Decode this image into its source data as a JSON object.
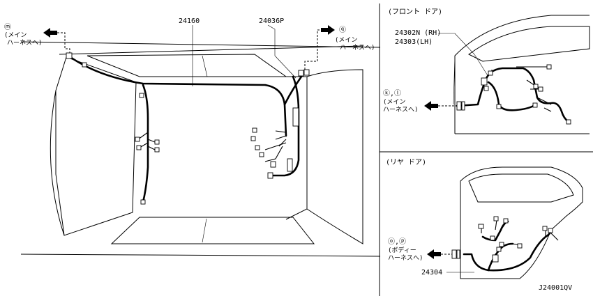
{
  "labels": {
    "part_24160": "24160",
    "part_24036P": "24036P",
    "marker_m": "ⓜ",
    "main_harness_left_line1": "(メイン",
    "main_harness_left_line2": "ハーネスへ)",
    "marker_q": "ⓠ",
    "main_harness_right_line1": "(メイン",
    "main_harness_right_line2": "ハーネスへ)",
    "front_door_title": "(フロント ドア)",
    "part_24302N": "24302N (RH)",
    "part_24303": "24303(LH)",
    "marker_kl": "ⓚ,ⓛ",
    "front_harness_line1": "(メイン",
    "front_harness_line2": "ハーネスへ)",
    "rear_door_title": "(リヤ ドア)",
    "marker_op": "ⓞ,ⓟ",
    "body_harness_line1": "(ボディー",
    "body_harness_line2": "ハーネスへ)",
    "part_24304": "24304",
    "diagram_code": "J24001QV"
  }
}
